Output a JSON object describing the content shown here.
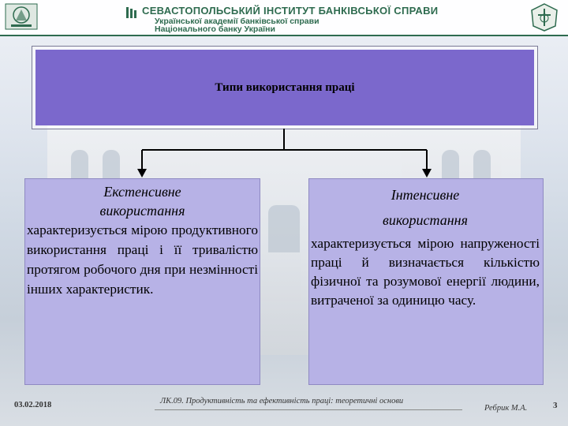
{
  "header": {
    "title": "СЕВАСТОПОЛЬСЬКИЙ ІНСТИТУТ БАНКІВСЬКОЇ СПРАВИ",
    "subtitle_line1": "Української академії банківської справи",
    "subtitle_line2": "Національного банку України"
  },
  "diagram": {
    "root": "Типи використання праці",
    "left": {
      "title_line1": "Екстенсивне",
      "title_line2": "використання",
      "text": "характеризується мірою продуктивного використання праці і її тривалістю протягом робочого дня при незмінності інших характеристик."
    },
    "right": {
      "title_line1": "Інтенсивне",
      "title_line2": "використання",
      "text": "характеризується мірою напруженості праці й визначається кількістю фізичної та розумової енергії людини, витраченої за одиницю часу."
    }
  },
  "footer": {
    "date": "03.02.2018",
    "caption": "ЛК.09. Продуктивність та ефективність праці: теоретичні основи",
    "author": "Ребрик М.А.",
    "page": "3"
  },
  "colors": {
    "root_fill": "#7b68cc",
    "box_fill": "#b7b2e6",
    "header_accent": "#2e6b4f"
  }
}
